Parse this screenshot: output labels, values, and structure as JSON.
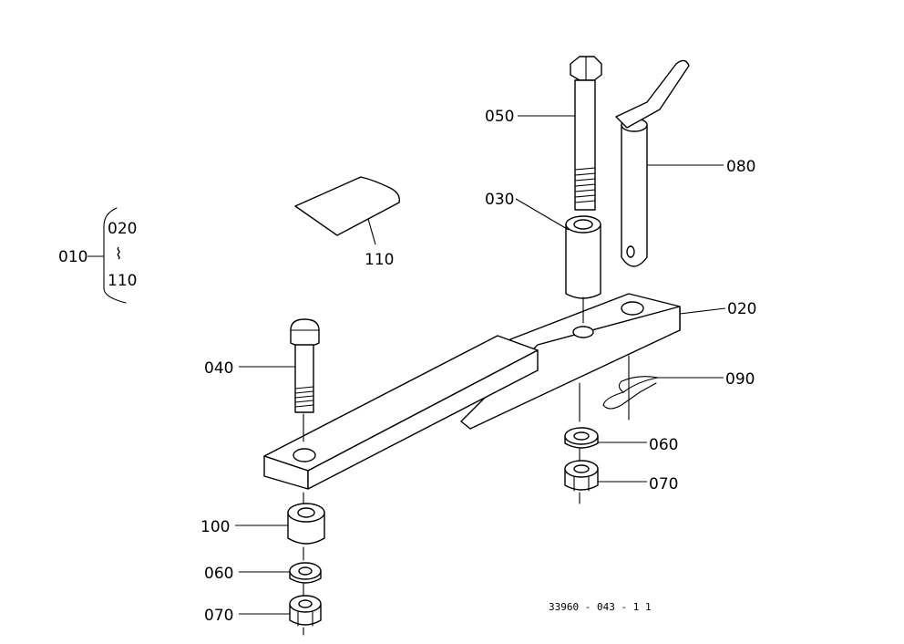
{
  "diagram": {
    "part_labels": {
      "p010": "010",
      "p020a": "020",
      "p110a": "110",
      "range_mark": "⌇",
      "p110b": "110",
      "p050": "050",
      "p030": "030",
      "p080": "080",
      "p020b": "020",
      "p040": "040",
      "p090": "090",
      "p060a": "060",
      "p070a": "070",
      "p100": "100",
      "p060b": "060",
      "p070b": "070"
    },
    "drawing_code": "33960 - 043 - 1 1"
  }
}
